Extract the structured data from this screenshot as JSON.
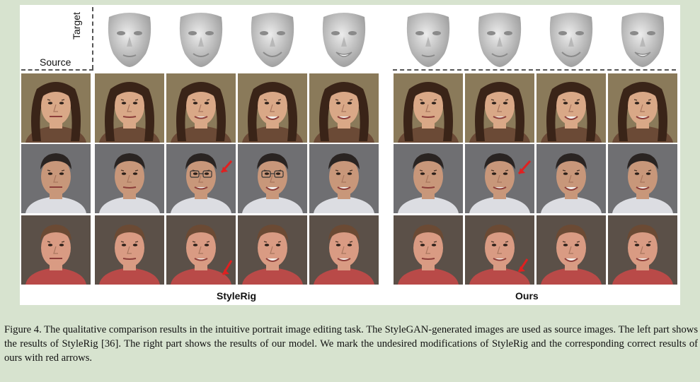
{
  "labels": {
    "source": "Source",
    "target": "Target",
    "left_group": "StyleRig",
    "right_group": "Ours"
  },
  "caption": "Figure 4. The qualitative comparison results in the intuitive portrait image editing task. The StyleGAN-generated images are used as source images. The left part shows the results of StyleRig [36]. The right part shows the results of our model. We mark the undesired modifications of StyleRig and the corresponding correct results of ours with red arrows.",
  "rows": [
    {
      "subject": "woman",
      "bg": "#8a7a5a",
      "skin": "#d9a887",
      "hair": "#3a2418",
      "shirt": "#6b4a36"
    },
    {
      "subject": "man-dark-hair",
      "bg": "#6f6f72",
      "skin": "#c8977a",
      "hair": "#2a2422",
      "shirt": "#dcdde2"
    },
    {
      "subject": "man-brown-hair",
      "bg": "#5b5048",
      "skin": "#d99b83",
      "hair": "#6b4a34",
      "shirt": "#b94a48"
    }
  ],
  "arrow_color": "#e02020"
}
